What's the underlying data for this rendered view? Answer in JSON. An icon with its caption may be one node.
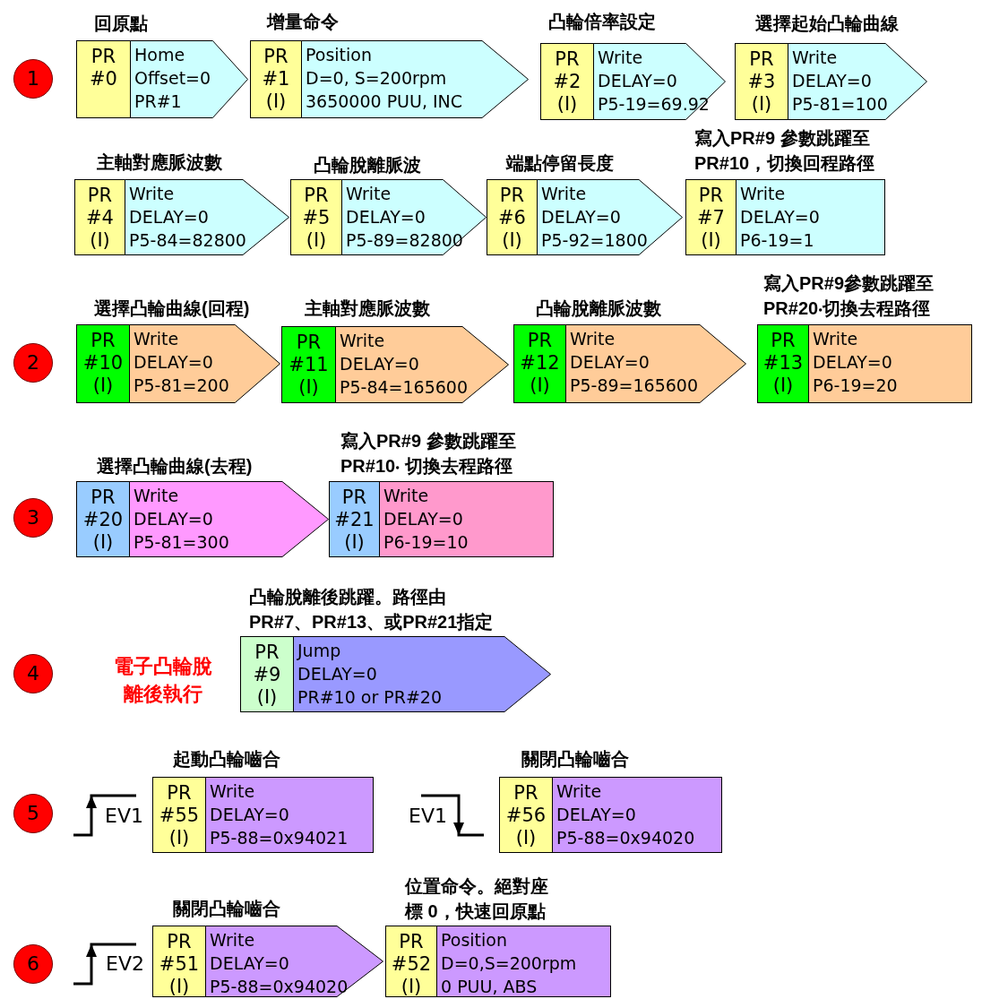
{
  "diagram": {
    "nodes": [
      {
        "text": [
          "1"
        ]
      },
      {
        "text": [
          "PR",
          "#0"
        ]
      },
      {
        "text": [
          "Home",
          "Offset=0",
          "PR#1"
        ],
        "beside": [
          "回原點"
        ]
      },
      {
        "text": [
          "PR",
          "#1",
          "(I)"
        ]
      },
      {
        "text": [
          "Position",
          "D=0, S=200rpm",
          "3650000 PUU, INC"
        ],
        "beside": [
          "增量命令"
        ]
      },
      {
        "text": [
          "PR",
          "#2",
          "(I)"
        ]
      },
      {
        "text": [
          "Write",
          "DELAY=0",
          "P5-19=69.92"
        ],
        "beside": [
          "凸輪倍率設定"
        ]
      },
      {
        "text": [
          "PR",
          "#3",
          "(I)"
        ]
      },
      {
        "text": [
          "Write",
          "DELAY=0",
          "P5-81=100"
        ],
        "beside": [
          "選擇起始凸輪曲線"
        ]
      },
      {
        "text": [
          "PR",
          "#4",
          "(I)"
        ]
      },
      {
        "text": [
          "Write",
          "DELAY=0",
          "P5-84=82800"
        ],
        "beside": [
          "主軸對應脈波數"
        ]
      },
      {
        "text": [
          "PR",
          "#5",
          "(I)"
        ]
      },
      {
        "text": [
          "Write",
          "DELAY=0",
          "P5-89=82800"
        ],
        "beside": [
          "凸輪脫離脈波"
        ]
      },
      {
        "text": [
          "PR",
          "#6",
          "(I)"
        ]
      },
      {
        "text": [
          "Write",
          "DELAY=0",
          "P5-92=1800"
        ],
        "beside": [
          "端點停留長度"
        ]
      },
      {
        "text": [
          "PR",
          "#7",
          "(I)"
        ]
      },
      {
        "text": [
          "Write",
          "DELAY=0",
          "P6-19=1"
        ],
        "beside": [
          "寫入PR#9 參數跳躍至PR#10，切換回程路徑"
        ]
      },
      {
        "text": [
          "2"
        ]
      },
      {
        "text": [
          "PR",
          "#10",
          "(I)"
        ]
      },
      {
        "text": [
          "Write",
          "DELAY=0",
          "P5-81=200"
        ],
        "beside": [
          "選擇凸輪曲線(回程)"
        ]
      },
      {
        "text": [
          "PR",
          "#11",
          "(I)"
        ]
      },
      {
        "text": [
          "Write",
          "DELAY=0",
          "P5-84=165600"
        ],
        "beside": [
          "主軸對應脈波數"
        ]
      },
      {
        "text": [
          "PR",
          "#12",
          "(I)"
        ]
      },
      {
        "text": [
          "Write",
          "DELAY=0",
          "P5-89=165600"
        ],
        "beside": [
          "凸輪脫離脈波數"
        ]
      },
      {
        "text": [
          "PR",
          "#13",
          "(I)"
        ]
      },
      {
        "text": [
          "Write",
          "DELAY=0",
          "P6-19=20"
        ],
        "beside": [
          "寫入PR#9參數跳躍至PR#20‧切換去程路徑"
        ]
      },
      {
        "text": [
          "3"
        ]
      },
      {
        "text": [
          "PR",
          "#20",
          "(I)"
        ]
      },
      {
        "text": [
          "Write",
          "DELAY=0",
          "P5-81=300"
        ],
        "beside": [
          "選擇凸輪曲線(去程)"
        ]
      },
      {
        "text": [
          "PR",
          "#21",
          "(I)"
        ]
      },
      {
        "text": [
          "Write",
          "DELAY=0",
          "P6-19=10"
        ],
        "beside": [
          "寫入PR#9 參數跳躍至PR#10‧ 切換去程路徑"
        ]
      },
      {
        "text": [
          "4"
        ]
      },
      {
        "text": [
          "PR",
          "#9",
          "(I)"
        ]
      },
      {
        "text": [
          "Jump",
          "DELAY=0",
          "PR#10 or PR#20"
        ],
        "beside": [
          "凸輪脫離後跳躍。路徑由PR#7、PR#13、或PR#21指定"
        ]
      },
      {
        "text": [
          "5"
        ]
      },
      {
        "text": [
          "PR",
          "#55",
          "(I)"
        ]
      },
      {
        "text": [
          "Write",
          "DELAY=0",
          "P5-88=0x94021"
        ],
        "beside": [
          "起動凸輪嚙合"
        ]
      },
      {
        "text": [
          "PR",
          "#56",
          "(I)"
        ]
      },
      {
        "text": [
          "Write",
          "DELAY=0",
          "P5-88=0x94020"
        ],
        "beside": [
          "關閉凸輪嚙合"
        ]
      },
      {
        "text": [
          "6"
        ]
      },
      {
        "text": [
          "PR",
          "#51",
          "(I)"
        ]
      },
      {
        "text": [
          "Write",
          "DELAY=0",
          "P5-88=0x94020"
        ],
        "beside": [
          "關閉凸輪嚙合"
        ]
      },
      {
        "text": [
          "PR",
          "#52",
          "(I)"
        ]
      },
      {
        "text": [
          "Position",
          "D=0,S=200rpm",
          "0 PUU, ABS"
        ],
        "beside": [
          "位置命令。絕對座標 0，快速回原點"
        ]
      }
    ],
    "labels": [
      "電子凸輪脫離後執行",
      "EV1",
      "EV1",
      "EV2"
    ]
  }
}
